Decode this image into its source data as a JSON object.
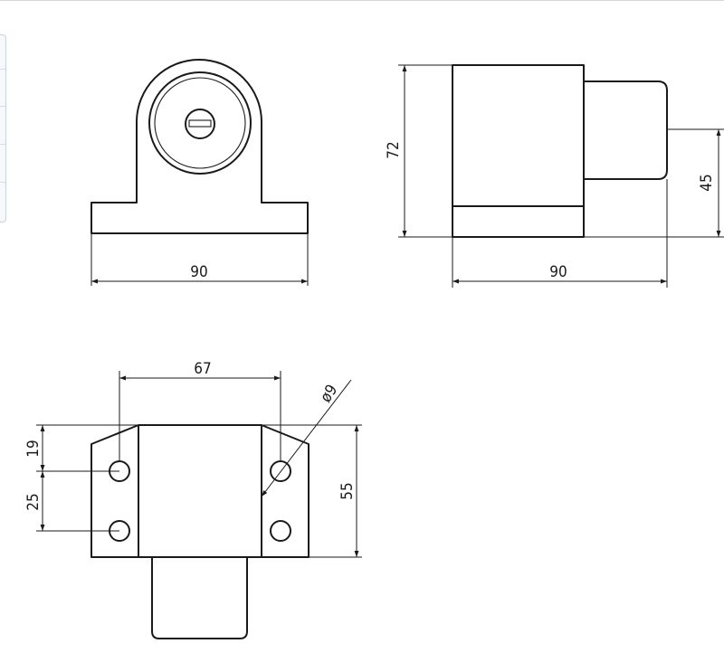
{
  "dimensions": {
    "front_width": "90",
    "side_height": "72",
    "side_width": "90",
    "side_pin": "45",
    "top_spacing": "67",
    "top_hole": "ø9",
    "top_offset": "19",
    "top_pitch": "25",
    "top_depth": "55"
  },
  "colors": {
    "line": "#1a1a1a",
    "background": "#ffffff"
  }
}
